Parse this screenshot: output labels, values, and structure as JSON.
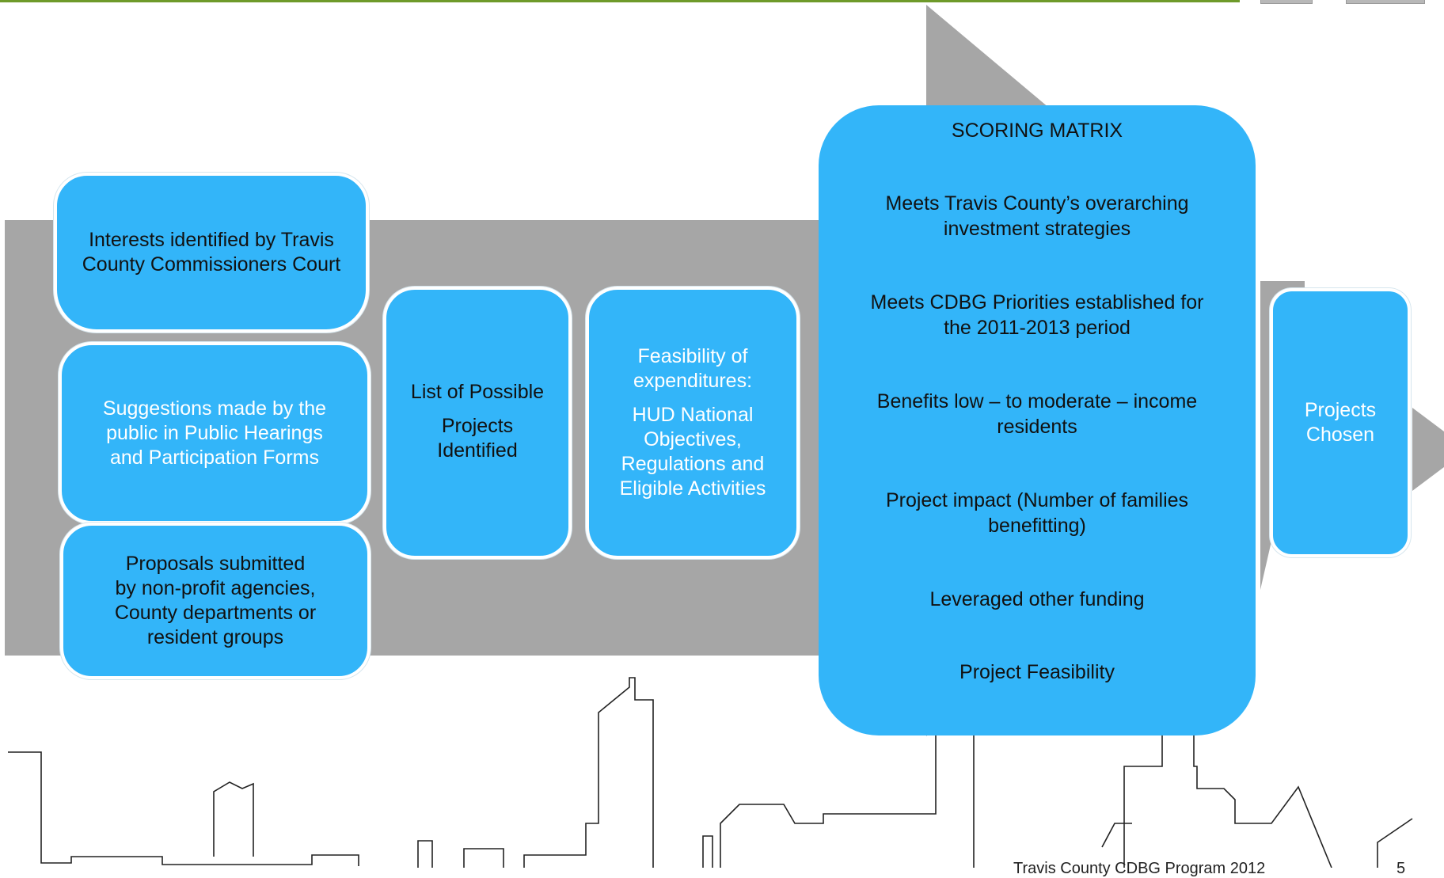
{
  "boxes": {
    "interests": [
      "Interests identified by Travis",
      "County Commissioners Court"
    ],
    "suggestions": [
      "Suggestions made by the",
      "public in Public Hearings",
      "and Participation Forms"
    ],
    "proposals": [
      "Proposals submitted",
      "by non-profit agencies,",
      "County departments  or",
      "resident groups"
    ],
    "list_possible": {
      "line1": "List of Possible",
      "line2": "Projects",
      "line3": "Identified"
    },
    "feasibility": {
      "line1": "Feasibility of",
      "line2": "expenditures:",
      "line3": "HUD National",
      "line4": "Objectives,",
      "line5": "Regulations and",
      "line6": "Eligible Activities"
    },
    "chosen": [
      "Projects",
      "Chosen"
    ]
  },
  "matrix": {
    "title": "SCORING MATRIX",
    "criteria": [
      [
        "Meets Travis County’s overarching",
        "investment strategies"
      ],
      [
        "Meets CDBG Priorities established for",
        "the 2011-2013 period"
      ],
      [
        "Benefits low – to moderate – income",
        "residents"
      ],
      [
        "Project impact (Number of families",
        "benefitting)"
      ],
      [
        "Leveraged other funding"
      ],
      [
        "Project Feasibility"
      ]
    ]
  },
  "footer": {
    "title": "Travis County CDBG Program 2012",
    "page": "5"
  },
  "colors": {
    "box_fill": "#33b5f9",
    "arrow_gray": "#a6a6a6",
    "top_rule": "#6e9a2a"
  }
}
